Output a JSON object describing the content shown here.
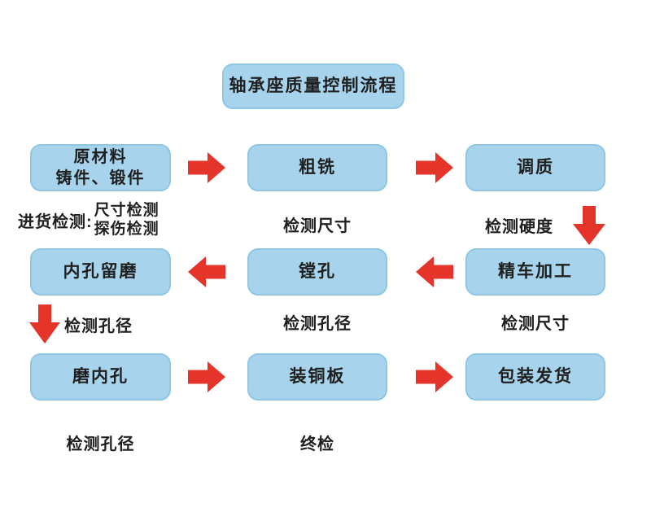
{
  "title": "轴承座质量控制流程",
  "colors": {
    "box_fill": "#a7d4ec",
    "box_border": "#8fc7e4",
    "arrow_red": "#e5342a",
    "text": "#1f1f1f",
    "background": "#ffffff"
  },
  "icons": {
    "arrow_right": "solid red block arrow pointing right",
    "arrow_left": "solid red block arrow pointing left",
    "arrow_down": "solid red block arrow pointing down"
  },
  "row1": {
    "box_raw_material_line1": "原材料",
    "box_raw_material_line2": "铸件、锻件",
    "box_rough_milling": "粗铣",
    "box_tempering": "调质",
    "incoming_prefix": "进货检测:",
    "incoming_item1": "尺寸检测",
    "incoming_item2": "探伤检测",
    "label_inspect_dimensions": "检测尺寸",
    "label_inspect_hardness": "检测硬度"
  },
  "row2": {
    "box_bore_grinding_allowance": "内孔留磨",
    "box_boring": "镗孔",
    "box_fine_turning": "精车加工",
    "label_inspect_hole_diameter_left": "检测孔径",
    "label_inspect_hole_diameter_mid": "检测孔径",
    "label_inspect_dimensions": "检测尺寸"
  },
  "row3": {
    "box_grind_inner_hole": "磨内孔",
    "box_install_copper_plate": "装铜板",
    "box_pack_ship": "包装发货",
    "label_inspect_hole_diameter": "检测孔径",
    "label_final_inspection": "终检"
  }
}
